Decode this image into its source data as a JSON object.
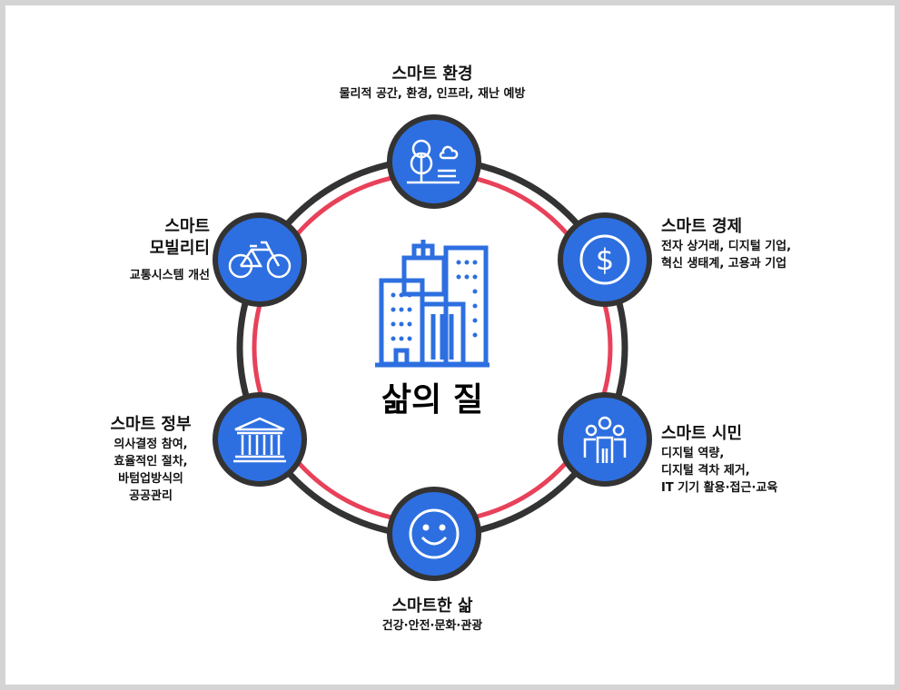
{
  "center": {
    "title": "삶의 질",
    "icon": "city-buildings-icon"
  },
  "colors": {
    "node": "#2d6fe0",
    "ring_outer": "#333333",
    "ring_inner": "#e8415a"
  },
  "nodes": [
    {
      "title": "스마트 환경",
      "desc": [
        "물리적 공간, 환경, 인프라, 재난 예방"
      ],
      "icon": "park-tree-icon"
    },
    {
      "title": "스마트 경제",
      "desc": [
        "전자 상거래, 디지털 기업,",
        "혁신 생태계, 고용과 기업"
      ],
      "icon": "dollar-icon"
    },
    {
      "title": "스마트 시민",
      "desc": [
        "디지털 역량,",
        "디지털 격차 제거,",
        "IT 기기 활용·접근·교육"
      ],
      "icon": "people-icon"
    },
    {
      "title": "스마트한 삶",
      "desc": [
        "건강·안전·문화·관광"
      ],
      "icon": "smiley-icon"
    },
    {
      "title": "스마트 정부",
      "desc": [
        "의사결정 참여,",
        "효율적인 절차,",
        "바텀업방식의",
        "공공관리"
      ],
      "icon": "government-building-icon"
    },
    {
      "title": [
        "스마트",
        "모빌리티"
      ],
      "desc": [
        "교통시스템 개선"
      ],
      "icon": "bicycle-icon"
    }
  ]
}
